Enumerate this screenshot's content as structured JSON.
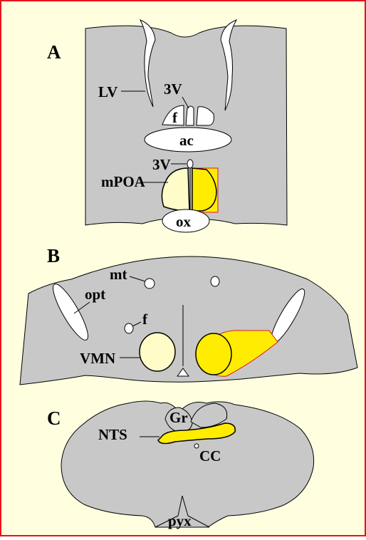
{
  "colors": {
    "background": "#ffffe0",
    "border": "#e8141c",
    "tissue": "#c8c8c8",
    "highlight": "#ffec00",
    "highlight_pale": "#fffcc8",
    "outline": "#000000"
  },
  "panels": {
    "A": {
      "letter": "A",
      "labels": {
        "lv": "LV",
        "third_ventricle_top": "3V",
        "fornix": "f",
        "ac": "ac",
        "third_ventricle_bottom": "3V",
        "mpoa": "mPOA",
        "ox": "ox"
      }
    },
    "B": {
      "letter": "B",
      "labels": {
        "mt": "mt",
        "opt": "opt",
        "fornix": "f",
        "vmn": "VMN"
      }
    },
    "C": {
      "letter": "C",
      "labels": {
        "gr": "Gr",
        "nts": "NTS",
        "cc": "CC",
        "pyx": "pyx"
      }
    }
  }
}
